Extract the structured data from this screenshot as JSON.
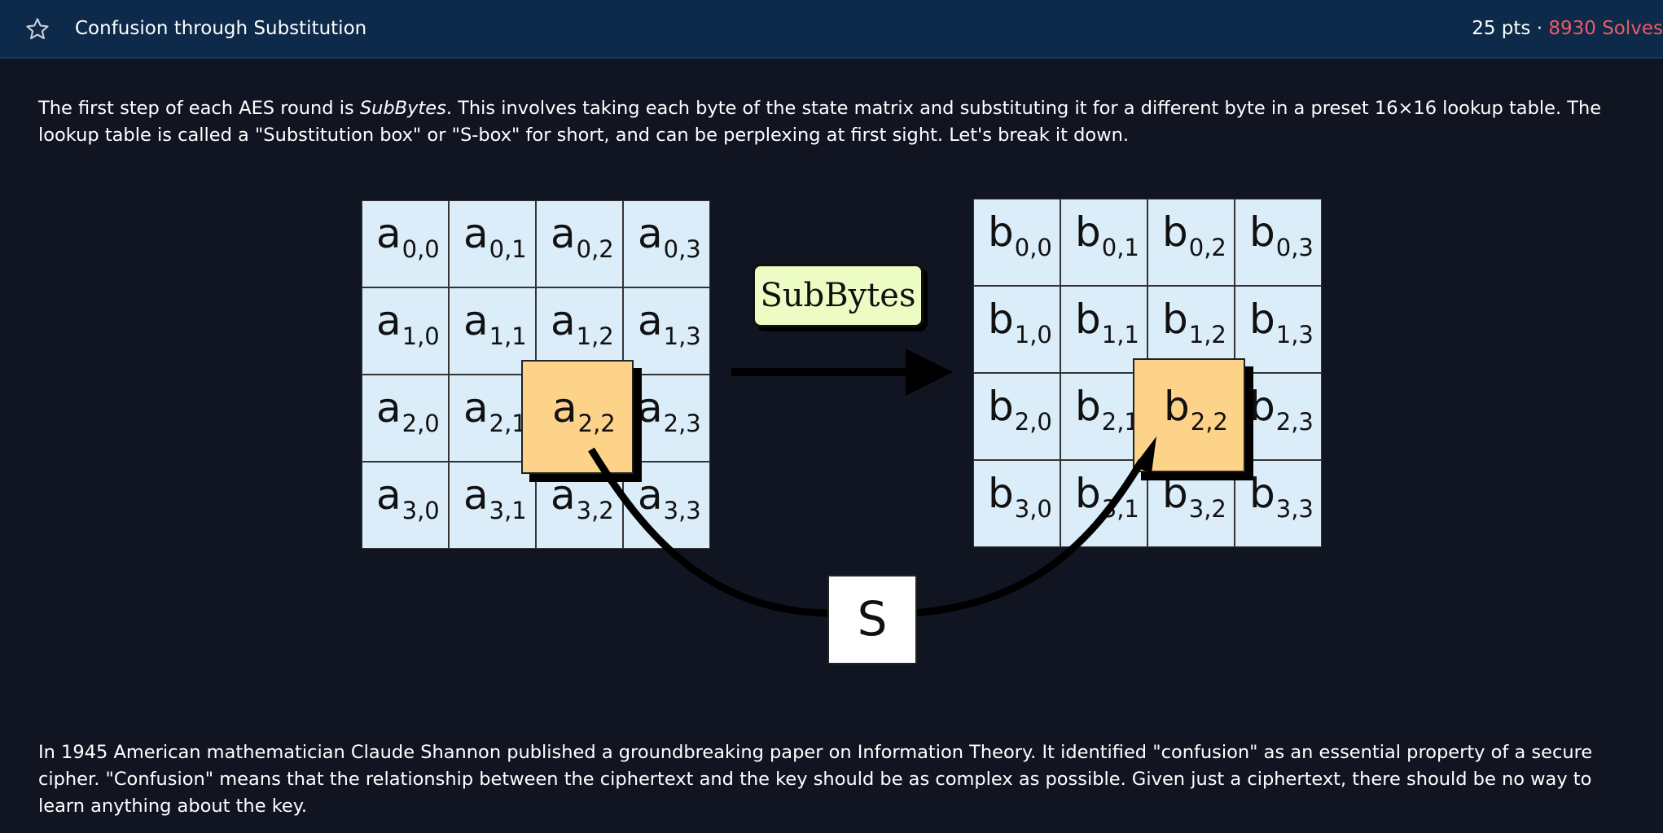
{
  "challenge": {
    "title": "Confusion through Substitution",
    "points": "25 pts",
    "separator": "·",
    "solves": "8930 Solves"
  },
  "icons": {
    "favorite": "star-icon"
  },
  "colors": {
    "header_bg": "#0d2a4a",
    "page_bg": "#111522",
    "solves_accent": "#ef5a64",
    "cell_fill": "#dcedfa",
    "highlight_fill": "#fdd38a",
    "subbytes_fill": "#edfcc4"
  },
  "intro": {
    "before": "The first step of each AES round is ",
    "emphasis": "SubBytes",
    "after": ". This involves taking each byte of the state matrix and substituting it for a different byte in a preset 16×16 lookup table. The lookup table is called a \"Substitution box\" or \"S-box\" for short, and can be perplexing at first sight. Let's break it down."
  },
  "diagram": {
    "operation_label": "SubBytes",
    "sbox_label": "S",
    "input_matrix": [
      [
        {
          "base": "a",
          "sub": "0,0"
        },
        {
          "base": "a",
          "sub": "0,1"
        },
        {
          "base": "a",
          "sub": "0,2"
        },
        {
          "base": "a",
          "sub": "0,3"
        }
      ],
      [
        {
          "base": "a",
          "sub": "1,0"
        },
        {
          "base": "a",
          "sub": "1,1"
        },
        {
          "base": "a",
          "sub": "1,2"
        },
        {
          "base": "a",
          "sub": "1,3"
        }
      ],
      [
        {
          "base": "a",
          "sub": "2,0"
        },
        {
          "base": "a",
          "sub": "2,1"
        },
        {
          "base": "a",
          "sub": "2,2"
        },
        {
          "base": "a",
          "sub": "2,3"
        }
      ],
      [
        {
          "base": "a",
          "sub": "3,0"
        },
        {
          "base": "a",
          "sub": "3,1"
        },
        {
          "base": "a",
          "sub": "3,2"
        },
        {
          "base": "a",
          "sub": "3,3"
        }
      ]
    ],
    "output_matrix": [
      [
        {
          "base": "b",
          "sub": "0,0"
        },
        {
          "base": "b",
          "sub": "0,1"
        },
        {
          "base": "b",
          "sub": "0,2"
        },
        {
          "base": "b",
          "sub": "0,3"
        }
      ],
      [
        {
          "base": "b",
          "sub": "1,0"
        },
        {
          "base": "b",
          "sub": "1,1"
        },
        {
          "base": "b",
          "sub": "1,2"
        },
        {
          "base": "b",
          "sub": "1,3"
        }
      ],
      [
        {
          "base": "b",
          "sub": "2,0"
        },
        {
          "base": "b",
          "sub": "2,1"
        },
        {
          "base": "b",
          "sub": "2,2"
        },
        {
          "base": "b",
          "sub": "2,3"
        }
      ],
      [
        {
          "base": "b",
          "sub": "3,0"
        },
        {
          "base": "b",
          "sub": "3,1"
        },
        {
          "base": "b",
          "sub": "3,2"
        },
        {
          "base": "b",
          "sub": "3,3"
        }
      ]
    ],
    "highlight": {
      "row": 2,
      "col": 2
    }
  },
  "history": {
    "text": "In 1945 American mathematician Claude Shannon published a groundbreaking paper on Information Theory. It identified \"confusion\" as an essential property of a secure cipher. \"Confusion\" means that the relationship between the ciphertext and the key should be as complex as possible. Given just a ciphertext, there should be no way to learn anything about the key."
  }
}
